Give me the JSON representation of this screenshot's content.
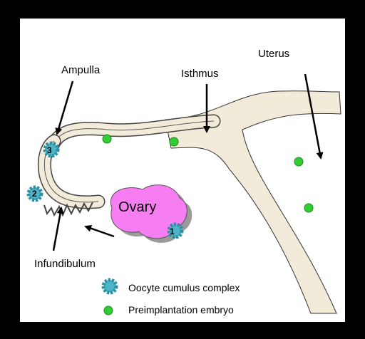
{
  "labels": {
    "ampulla": "Ampulla",
    "isthmus": "Isthmus",
    "uterus": "Uterus",
    "infundibulum": "Infundibulum",
    "ovary": "Ovary"
  },
  "oocyte_numbers": [
    "1",
    "2",
    "3"
  ],
  "legend": {
    "oocyte": "Oocyte cumulus complex",
    "embryo": "Preimplantation embryo"
  },
  "colors": {
    "background": "#ffffff",
    "frame": "#000000",
    "tube_fill": "#f2ebd9",
    "ovary_fill": "#f77ef2",
    "ovary_shadow": "#9a9a9a",
    "oocyte": "#4db5c8",
    "embryo": "#33cc33"
  }
}
